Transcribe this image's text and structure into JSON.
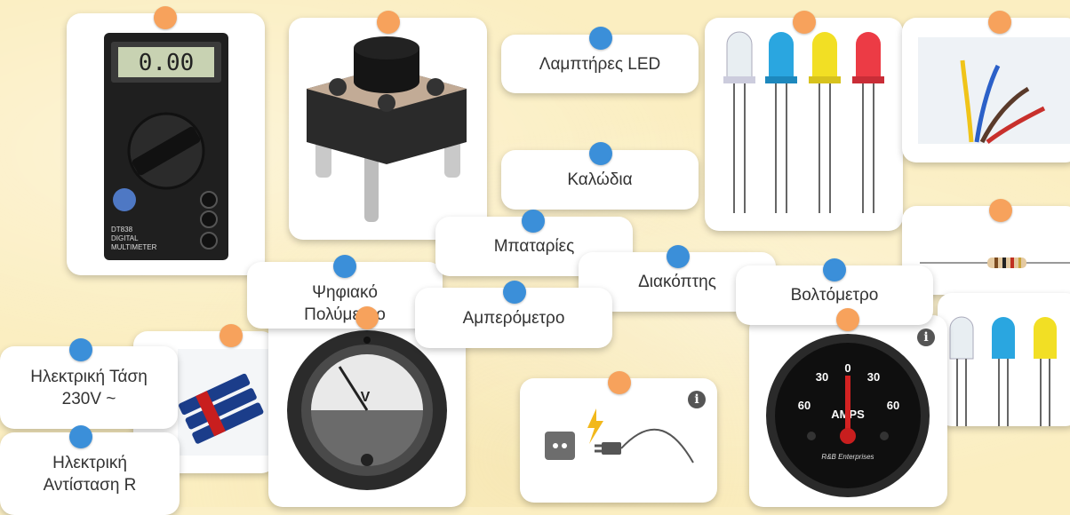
{
  "labels": {
    "leds": "Λαμπτήρες LED",
    "wires": "Καλώδια",
    "batteries": "Μπαταρίες",
    "switch": "Διακόπτης",
    "voltmeter": "Βολτόμετρο",
    "multimeter": "Ψηφιακό\nΠολύμετρο",
    "ammeter": "Αμπερόμετρο",
    "voltage": "Ηλεκτρική Τάση\n230V ~",
    "resistance": "Ηλεκτρική\nΑντίσταση R"
  },
  "images": {
    "multimeter_display": "0.00",
    "multimeter_model": "DT838",
    "multimeter_name1": "DIGITAL",
    "multimeter_name2": "MULTIMETER",
    "voltmeter_unit": "V",
    "ammeter_unit": "AMPS",
    "ammeter_brand": "R&B Enterprises",
    "ammeter_ticks": [
      "60",
      "30",
      "0",
      "30",
      "60"
    ]
  },
  "icons": {
    "info": "i"
  },
  "colors": {
    "pin_orange": "#f7a25c",
    "pin_blue": "#3b8fd9",
    "background": "#fbeec1"
  }
}
